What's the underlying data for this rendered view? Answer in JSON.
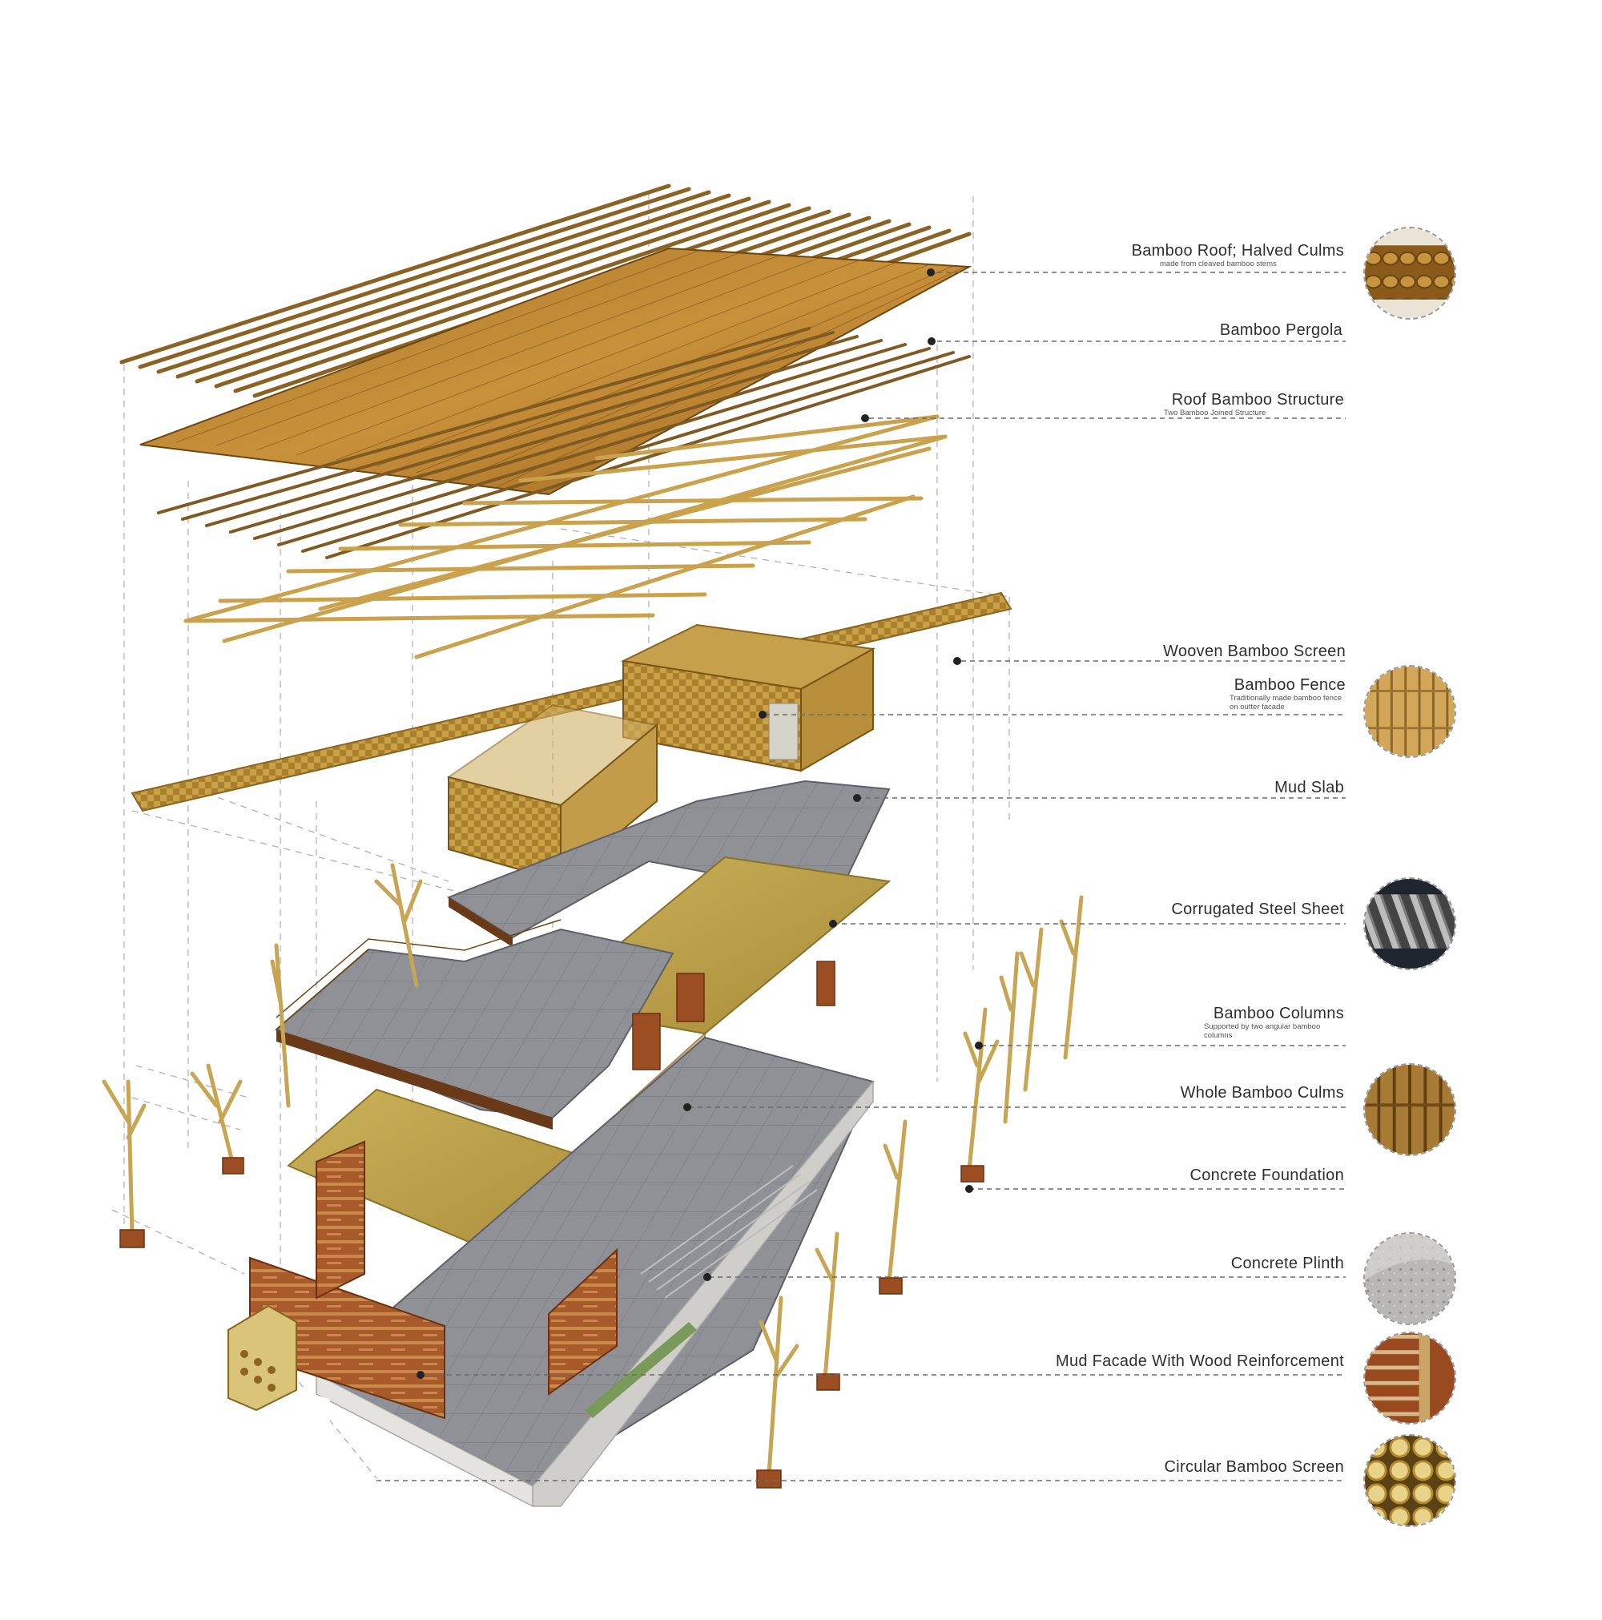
{
  "labels": [
    {
      "id": "bamboo-roof-halved-culms",
      "title": "Bamboo Roof; Halved Culms",
      "subtitle": "made from cleaved bamboo stems"
    },
    {
      "id": "bamboo-pergola",
      "title": "Bamboo Pergola",
      "subtitle": ""
    },
    {
      "id": "roof-bamboo-structure",
      "title": "Roof Bamboo Structure",
      "subtitle": "Two Bamboo Joined Structure"
    },
    {
      "id": "wooven-bamboo-screen",
      "title": "Wooven Bamboo Screen",
      "subtitle": ""
    },
    {
      "id": "bamboo-fence",
      "title": "Bamboo Fence",
      "subtitle": "Traditionally made bamboo fence on outter facade"
    },
    {
      "id": "mud-slab",
      "title": "Mud Slab",
      "subtitle": ""
    },
    {
      "id": "corrugated-steel-sheet",
      "title": "Corrugated Steel Sheet",
      "subtitle": ""
    },
    {
      "id": "bamboo-columns",
      "title": "Bamboo Columns",
      "subtitle": "Supported by two angular bamboo columns"
    },
    {
      "id": "whole-bamboo-culms",
      "title": "Whole Bamboo Culms",
      "subtitle": ""
    },
    {
      "id": "concrete-foundation",
      "title": "Concrete Foundation",
      "subtitle": ""
    },
    {
      "id": "concrete-plinth",
      "title": "Concrete Plinth",
      "subtitle": ""
    },
    {
      "id": "mud-facade-wood-reinforcement",
      "title": "Mud Facade With Wood Reinforcement",
      "subtitle": ""
    },
    {
      "id": "circular-bamboo-screen",
      "title": "Circular Bamboo Screen",
      "subtitle": ""
    }
  ],
  "thumbnails": [
    {
      "id": "halved-culms-thumb",
      "material": "halved-culms"
    },
    {
      "id": "bamboo-fence-thumb",
      "material": "bamboo-fence"
    },
    {
      "id": "corrugated-steel-thumb",
      "material": "corrugated-steel"
    },
    {
      "id": "whole-culms-thumb",
      "material": "whole-culms"
    },
    {
      "id": "concrete-plinth-thumb",
      "material": "concrete"
    },
    {
      "id": "mud-facade-thumb",
      "material": "mud-wood"
    },
    {
      "id": "circular-screen-thumb",
      "material": "circular-bamboo"
    }
  ],
  "colors": {
    "bamboo": "#b8892a",
    "bamboo_light": "#d9b55a",
    "bamboo_dark": "#7a5414",
    "mud": "#a85a2a",
    "mud_dark": "#7c3c18",
    "slab": "#8d8f94",
    "slab_light": "#b9bbbf",
    "steel_sheet": "#c9a84a",
    "concrete": "#d8d8d6",
    "leader": "#555555",
    "guide": "#9a9a9a"
  }
}
